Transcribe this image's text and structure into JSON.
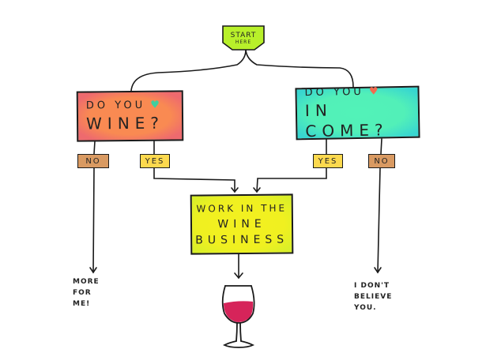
{
  "flowchart": {
    "start": {
      "line1": "START",
      "line2": "HERE",
      "color": "#b8f02a"
    },
    "question_left": {
      "line1": "DO YOU",
      "heart": "♥",
      "heart_color": "#3ecfa0",
      "line2": "WINE?",
      "color_outer": "#ee6a6e",
      "color_inner": "#f98a52"
    },
    "question_right": {
      "line1": "DO YOU",
      "heart": "♥",
      "heart_color": "#f26a4f",
      "line2": "IN COME?",
      "color_outer": "#38d6d0",
      "color_inner": "#52f0b8"
    },
    "branches": {
      "left_no": "NO",
      "left_yes": "YES",
      "right_yes": "YES",
      "right_no": "NO",
      "no_color": "#d99a62",
      "yes_color": "#fcd94e"
    },
    "result": {
      "line1": "WORK IN THE",
      "line2": "WINE",
      "line3": "BUSINESS",
      "color": "#f0f020"
    },
    "outcomes": {
      "left": [
        "MORE",
        "FOR",
        "ME!"
      ],
      "right": [
        "I DON'T",
        "BELIEVE",
        "YOU."
      ]
    },
    "final_icon": "wine-glass-icon",
    "wine_color": "#d6245a"
  }
}
